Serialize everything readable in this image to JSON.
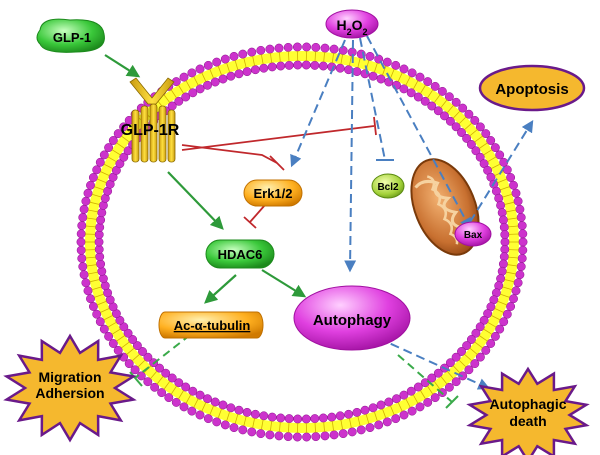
{
  "nodes": {
    "glp1": "GLP-1",
    "glp1r": "GLP-1R",
    "h2o2_main": "H",
    "h2o2_sub1": "2",
    "h2o2_o": "O",
    "h2o2_sub2": "2",
    "erk": "Erk1/2",
    "hdac6": "HDAC6",
    "ac_tubulin": "Ac-α-tubulin",
    "autophagy": "Autophagy",
    "bcl2": "Bcl2",
    "bax": "Bax",
    "apoptosis": "Apoptosis",
    "migration_line1": "Migration",
    "migration_line2": "Adhersion",
    "autophagic_line1": "Autophagic",
    "autophagic_line2": "death"
  },
  "colors": {
    "membrane_head": "#cc33cc",
    "membrane_tail": "#ffff33",
    "activation_arrow": "#2e9a3a",
    "inhibition_line": "#c0282c",
    "dashed_arrow": "#4a7fc1",
    "dashed_green": "#3aaa4a",
    "green_node": "#3ac83a",
    "magenta_node": "#e040e0",
    "orange_node": "#ffb020",
    "burst_fill": "#f5b82e",
    "burst_stroke": "#6a1a8a"
  },
  "icons": [
    "receptor-icon",
    "mitochondrion-icon"
  ]
}
